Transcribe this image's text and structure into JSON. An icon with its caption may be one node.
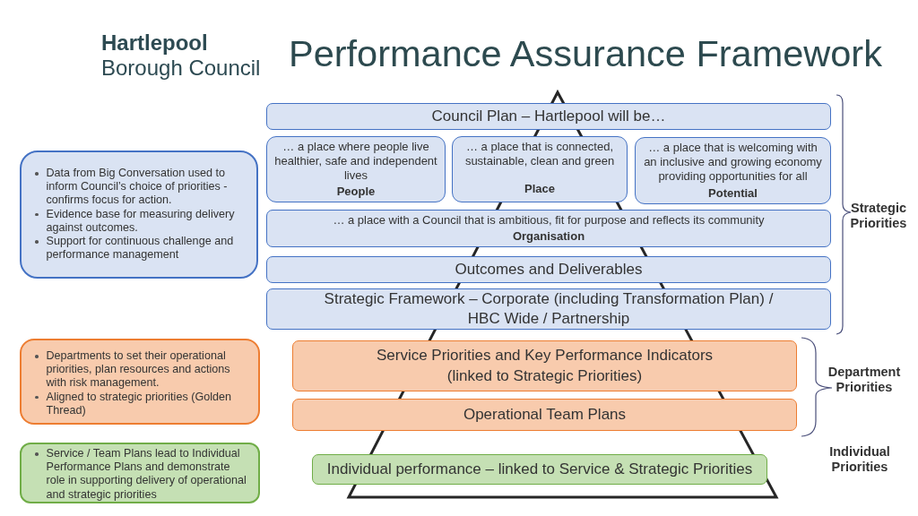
{
  "diagram": {
    "title": "Performance Assurance Framework",
    "nodes": [
      {
        "text": [
          "Council Plan – Hartlepool will be…"
        ]
      },
      {
        "text": [
          "… a place where people live healthier, safe and independent lives",
          "People"
        ]
      },
      {
        "text": [
          "… a place that is connected, sustainable, clean and green",
          "Place"
        ]
      },
      {
        "text": [
          "… a place that is welcoming with an inclusive and growing economy providing opportunities for all",
          "Potential"
        ]
      },
      {
        "text": [
          "… a place with a Council that is ambitious, fit for purpose and reflects its community",
          "Organisation"
        ]
      },
      {
        "text": [
          "Outcomes and Deliverables"
        ]
      },
      {
        "text": [
          "Strategic Framework – Corporate (including Transformation Plan) / HBC Wide / Partnership"
        ]
      },
      {
        "text": [
          "Service Priorities and Key Performance Indicators (linked to Strategic Priorities)"
        ]
      },
      {
        "text": [
          "Operational Team Plans"
        ]
      },
      {
        "text": [
          "Individual performance – linked to Service & Strategic Priorities"
        ]
      },
      {
        "text": [
          "Data from Big Conversation used to inform Council’s choice of priorities - confirms focus for action.",
          "Evidence base for measuring delivery against outcomes.",
          "Support for continuous challenge and performance management"
        ]
      },
      {
        "text": [
          "Departments to set their operational priorities, plan resources and actions with risk management.",
          "Aligned to strategic priorities (Golden Thread)"
        ]
      },
      {
        "text": [
          "Service / Team Plans lead to Individual Performance Plans and demonstrate role in supporting delivery of operational and strategic priorities"
        ]
      }
    ],
    "edges": [],
    "labels": [
      "**Hartlepool** Borough Council",
      "Strategic Priorities",
      "Department Priorities",
      "Individual Priorities"
    ]
  }
}
